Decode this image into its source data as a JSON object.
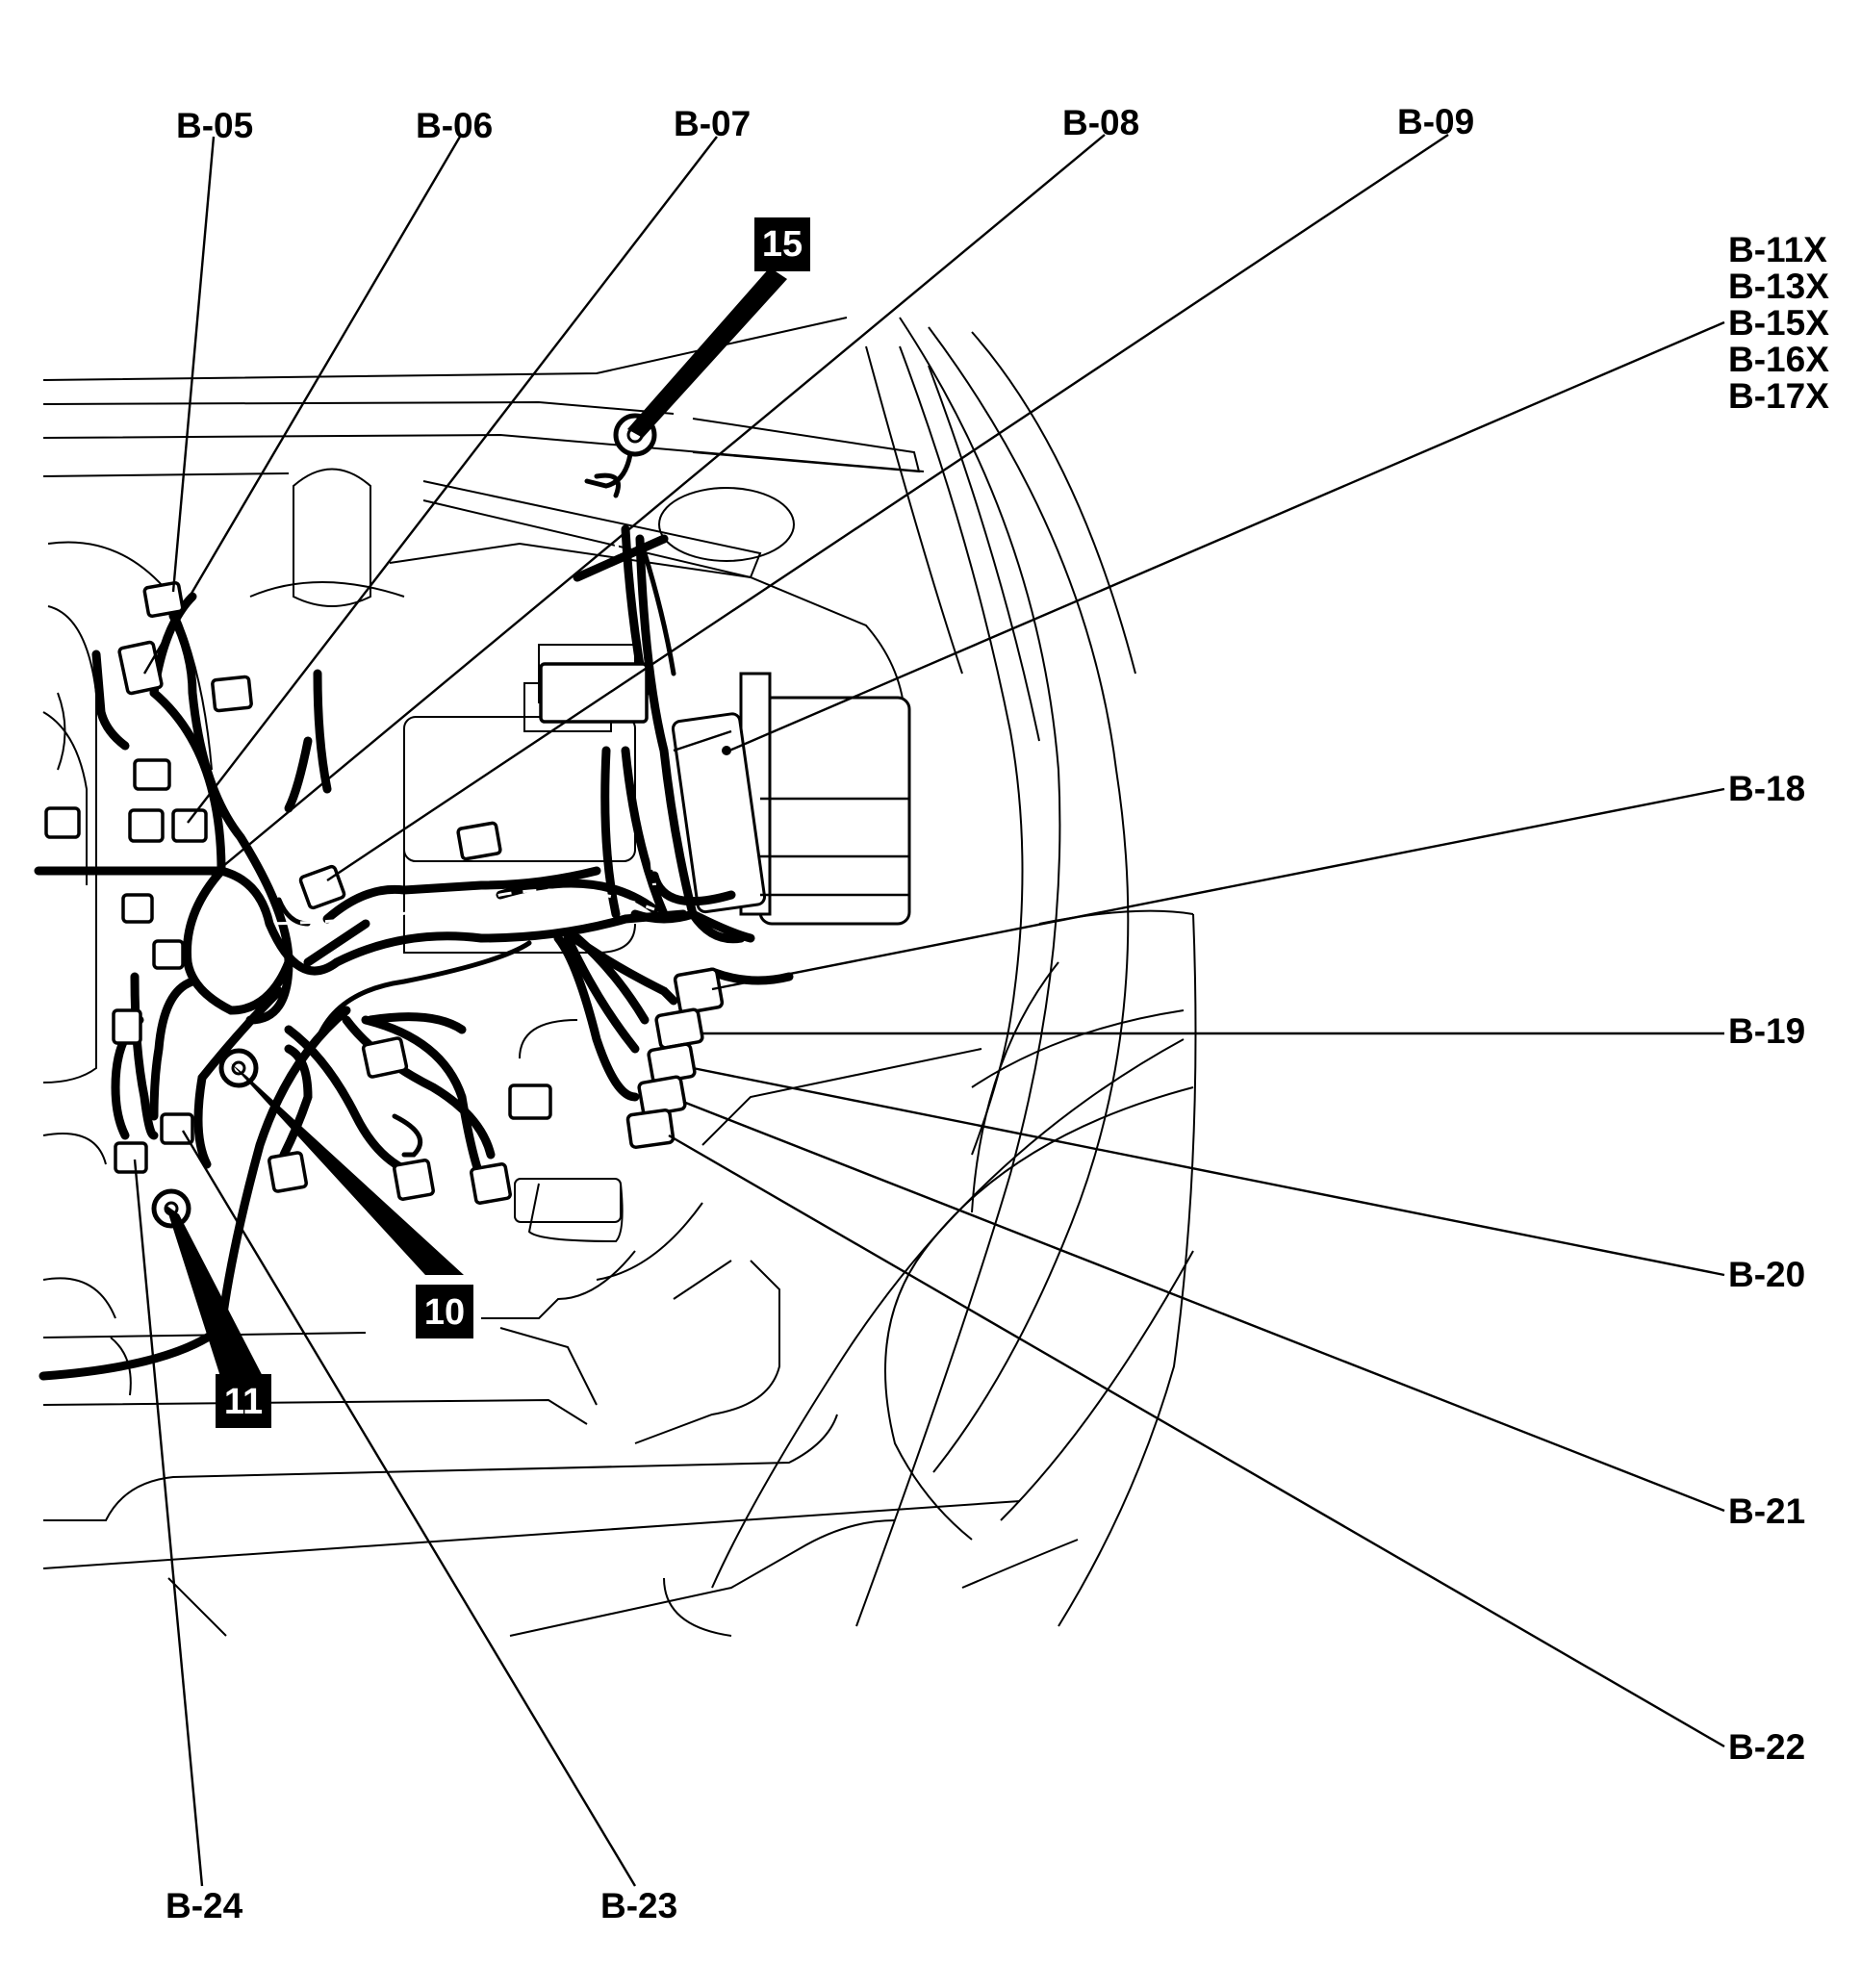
{
  "connector_labels": {
    "b05": "B-05",
    "b06": "B-06",
    "b07": "B-07",
    "b08": "B-08",
    "b09": "B-09",
    "b11x": "B-11X",
    "b13x": "B-13X",
    "b15x": "B-15X",
    "b16x": "B-16X",
    "b17x": "B-17X",
    "b18": "B-18",
    "b19": "B-19",
    "b20": "B-20",
    "b21": "B-21",
    "b22": "B-22",
    "b23": "B-23",
    "b24": "B-24"
  },
  "ground_tags": {
    "g15": "15",
    "g10": "10",
    "g11": "11"
  }
}
